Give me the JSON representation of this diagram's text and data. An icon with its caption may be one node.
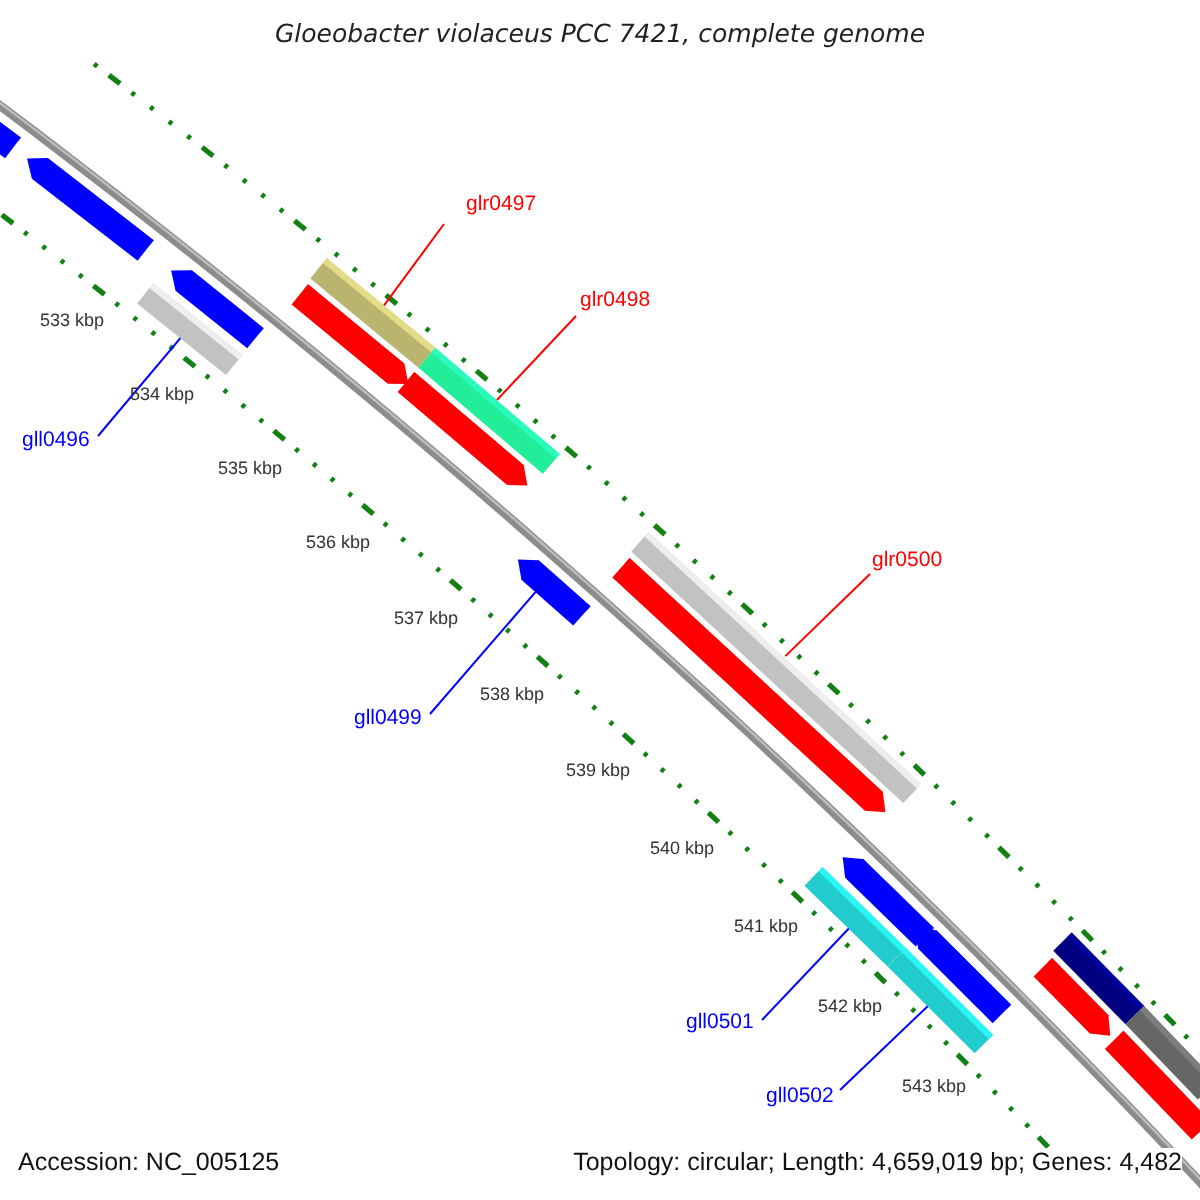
{
  "diagram": {
    "title": "Gloeobacter violaceus PCC 7421, complete genome",
    "nodes": [
      {
        "text": [
          "glr0497"
        ]
      },
      {
        "text": [
          "glr0498"
        ]
      },
      {
        "text": [
          "gll0496"
        ]
      },
      {
        "text": [
          "glr0500"
        ]
      },
      {
        "text": [
          "gll0499"
        ]
      },
      {
        "text": [
          "gll0501"
        ]
      },
      {
        "text": [
          "gll0502"
        ]
      },
      {
        "text": [],
        "shape": "bar"
      },
      {
        "text": [],
        "shape": "bar"
      },
      {
        "text": [],
        "shape": "bar"
      },
      {
        "text": [],
        "shape": "bar"
      },
      {
        "text": [],
        "shape": "arrow"
      },
      {
        "text": [],
        "shape": "bar"
      },
      {
        "text": [],
        "shape": "bar"
      },
      {
        "text": [],
        "shape": "arrow"
      },
      {
        "text": [],
        "shape": "arrow"
      },
      {
        "text": [],
        "shape": "arrow"
      },
      {
        "text": [],
        "shape": "arrow"
      },
      {
        "text": [],
        "shape": "arrow"
      },
      {
        "text": [],
        "shape": "arrow"
      },
      {
        "text": [],
        "shape": "arrow"
      },
      {
        "text": [],
        "shape": "arrow"
      },
      {
        "text": [],
        "shape": "arrow"
      },
      {
        "text": [],
        "shape": "bar"
      },
      {
        "text": [],
        "shape": "bar"
      },
      {
        "text": [],
        "shape": "bar"
      }
    ],
    "edges": [
      {
        "from": 0,
        "to": 7,
        "arrow": "none",
        "color": "#ff0000"
      },
      {
        "from": 1,
        "to": 8,
        "arrow": "none",
        "color": "#ff0000"
      },
      {
        "from": 2,
        "to": 9,
        "arrow": "none"
      },
      {
        "from": 3,
        "to": 10,
        "arrow": "none",
        "color": "#ff0000"
      },
      {
        "from": 4,
        "to": 11,
        "arrow": "none"
      },
      {
        "from": 5,
        "to": 12,
        "arrow": "none"
      },
      {
        "from": 6,
        "to": 13,
        "arrow": "none"
      }
    ],
    "labels": [
      "533 kbp",
      "534 kbp",
      "535 kbp",
      "536 kbp",
      "537 kbp",
      "538 kbp",
      "539 kbp",
      "540 kbp",
      "541 kbp",
      "542 kbp",
      "543 kbp",
      "Accession: NC_005125",
      "Topology: circular; Length: 4,659,019 bp; Genes: 4,482"
    ]
  }
}
